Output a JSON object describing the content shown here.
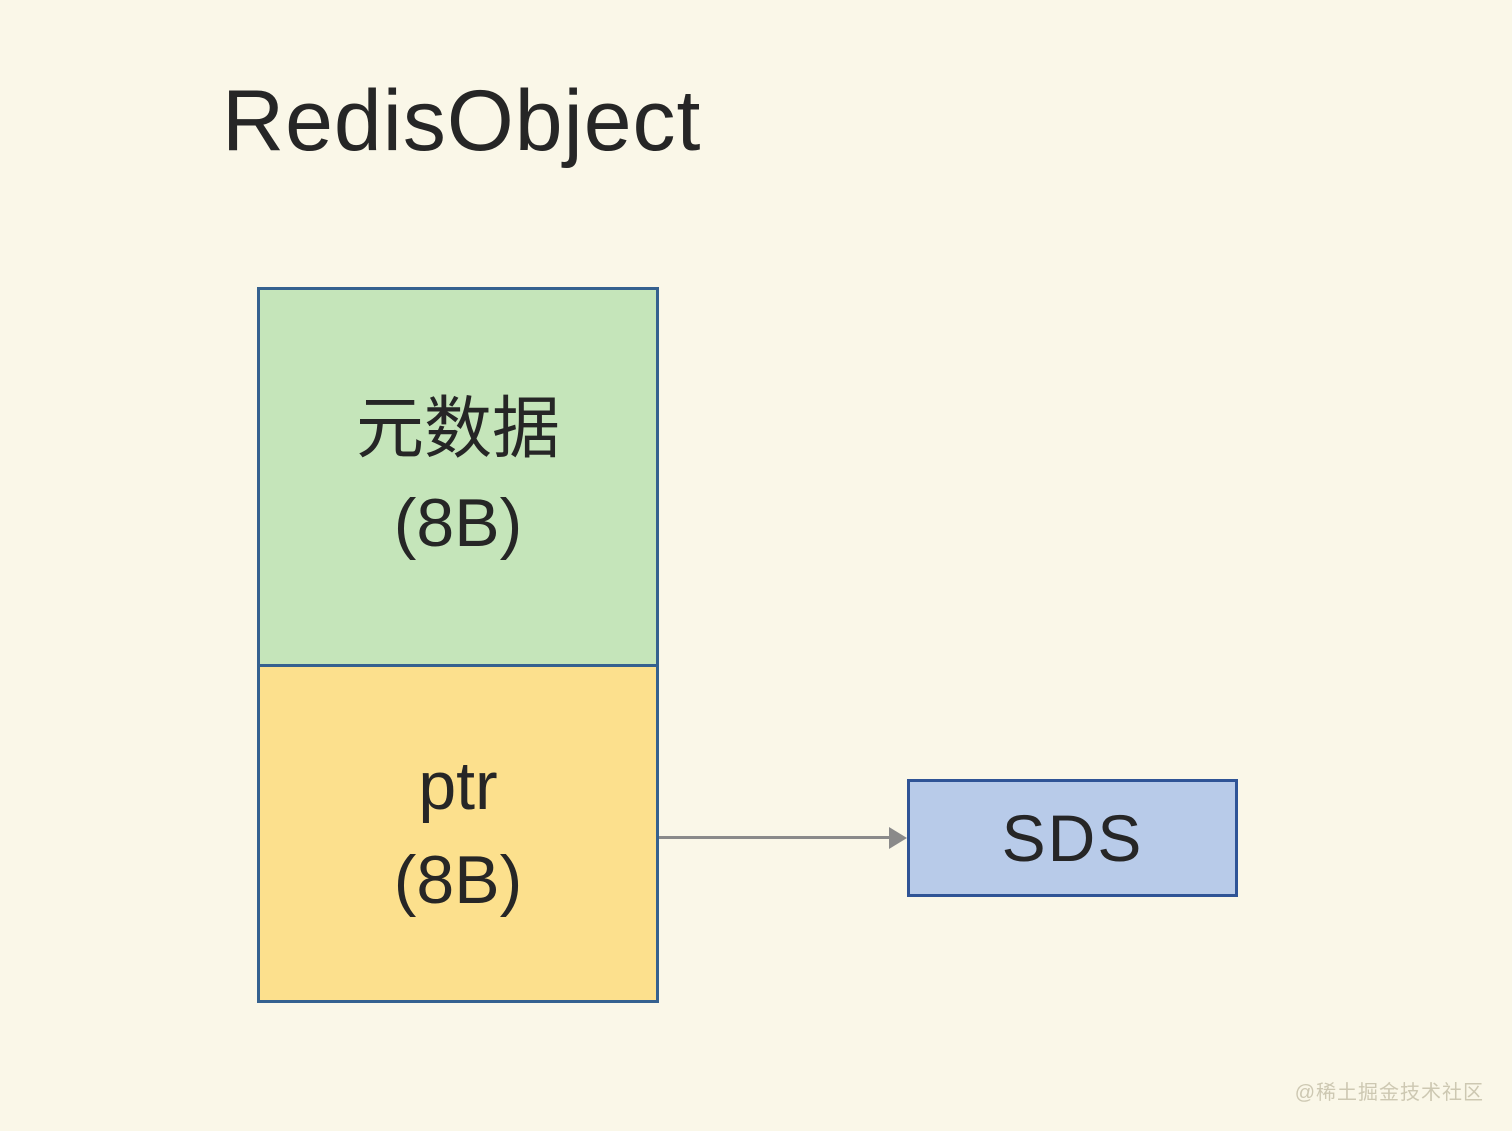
{
  "title": "RedisObject",
  "diagram": {
    "redis_object_box": {
      "metadata_cell": {
        "line1": "元数据",
        "line2": "(8B)"
      },
      "ptr_cell": {
        "line1": "ptr",
        "line2": "(8B)"
      }
    },
    "pointer_arrow": {
      "from": "ptr_cell",
      "to": "sds_box"
    },
    "sds_box": {
      "label": "SDS"
    }
  },
  "watermark": "@稀土掘金技术社区",
  "colors": {
    "background": "#faf7e8",
    "metadata_fill": "#c5e5ba",
    "ptr_fill": "#fce08d",
    "sds_fill": "#b8cbe9",
    "box_border": "#35618f",
    "sds_border": "#2f5496",
    "arrow": "#8a8a8a",
    "text": "#262626",
    "watermark": "#cdc8b2"
  }
}
